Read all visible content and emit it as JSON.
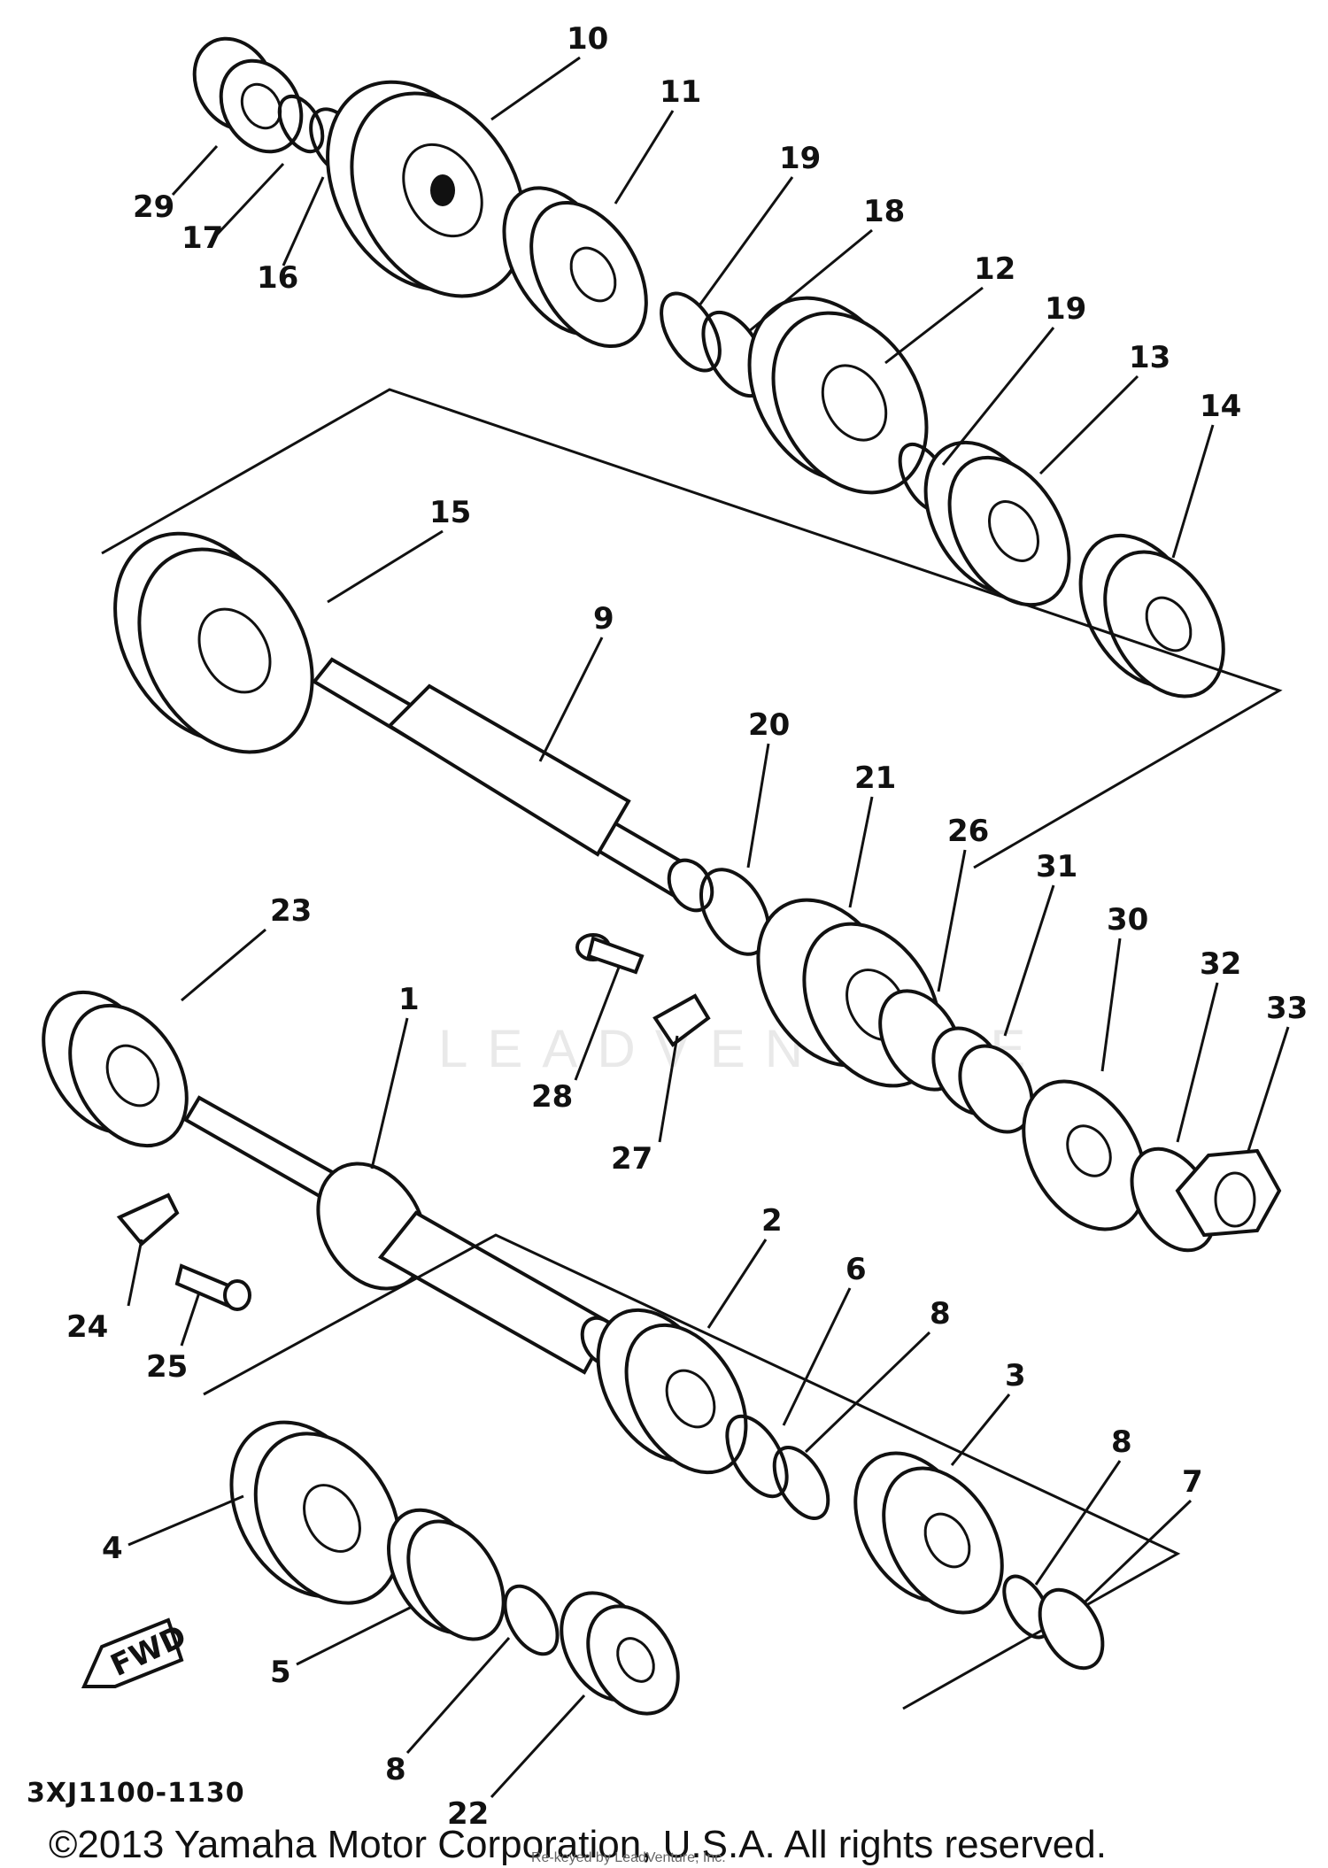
{
  "diagram": {
    "drawing_code": "3XJ1100-1130",
    "copyright": "©2013 Yamaha Motor Corporation, U.S.A. All rights reserved.",
    "watermark": "LEADVENTURE",
    "watermark_overlay": "Re-keyed by LeadVenture, Inc.",
    "fwd_label": "FWD",
    "callouts": [
      {
        "id": "1",
        "label": "1"
      },
      {
        "id": "2",
        "label": "2"
      },
      {
        "id": "3",
        "label": "3"
      },
      {
        "id": "4",
        "label": "4"
      },
      {
        "id": "5",
        "label": "5"
      },
      {
        "id": "6",
        "label": "6"
      },
      {
        "id": "7",
        "label": "7"
      },
      {
        "id": "8a",
        "label": "8"
      },
      {
        "id": "8b",
        "label": "8"
      },
      {
        "id": "8c",
        "label": "8"
      },
      {
        "id": "9",
        "label": "9"
      },
      {
        "id": "10",
        "label": "10"
      },
      {
        "id": "11",
        "label": "11"
      },
      {
        "id": "12",
        "label": "12"
      },
      {
        "id": "13",
        "label": "13"
      },
      {
        "id": "14",
        "label": "14"
      },
      {
        "id": "15",
        "label": "15"
      },
      {
        "id": "16",
        "label": "16"
      },
      {
        "id": "17",
        "label": "17"
      },
      {
        "id": "18",
        "label": "18"
      },
      {
        "id": "19a",
        "label": "19"
      },
      {
        "id": "19b",
        "label": "19"
      },
      {
        "id": "20",
        "label": "20"
      },
      {
        "id": "21",
        "label": "21"
      },
      {
        "id": "22",
        "label": "22"
      },
      {
        "id": "23",
        "label": "23"
      },
      {
        "id": "24",
        "label": "24"
      },
      {
        "id": "25",
        "label": "25"
      },
      {
        "id": "26",
        "label": "26"
      },
      {
        "id": "27",
        "label": "27"
      },
      {
        "id": "28",
        "label": "28"
      },
      {
        "id": "29",
        "label": "29"
      },
      {
        "id": "30",
        "label": "30"
      },
      {
        "id": "31",
        "label": "31"
      },
      {
        "id": "32",
        "label": "32"
      },
      {
        "id": "33",
        "label": "33"
      }
    ]
  }
}
